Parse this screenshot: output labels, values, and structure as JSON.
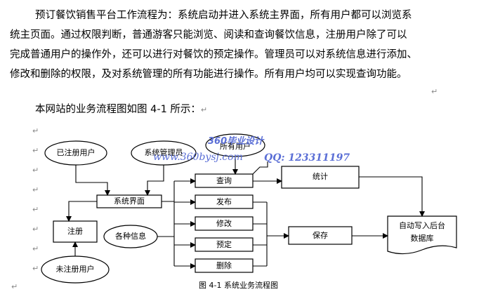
{
  "paragraph": {
    "line1": "预订餐饮销售平台工作流程为：系统启动并进入系统主界面，所有用户都可以浏览系",
    "line2": "统主页面。通过权限判断，普通游客只能浏览、阅读和查询餐饮信息，注册用户除了可以",
    "line3": "完成普通用户的操作外，还可以进行对餐饮的预定操作。管理员可以对系统信息进行添加、",
    "line4": "修改和删除的权限，及对系统管理的所有功能进行操作。所有用户均可以实现查询功能。",
    "line5": "本网站的业务流程图如图 4-1 所示："
  },
  "para_mark": "↵",
  "diagram": {
    "registered_user": "已注册用户",
    "admin": "系统管理员",
    "all_users": "所有用户",
    "system_interface": "系统界面",
    "register": "注册",
    "unregistered_user": "未注册用户",
    "various_info": "各种信息",
    "query": "查询",
    "publish": "发布",
    "modify": "修改",
    "reserve": "预定",
    "delete": "删除",
    "statistics": "统计",
    "save": "保存",
    "auto_write": "自动写入后台",
    "database": "数据库",
    "caption": "图 4-1    系统业务流程图"
  },
  "watermark": {
    "brand": "360毕业设计",
    "url": "www.360bysj.com",
    "qq": "QQ:  123311197"
  }
}
